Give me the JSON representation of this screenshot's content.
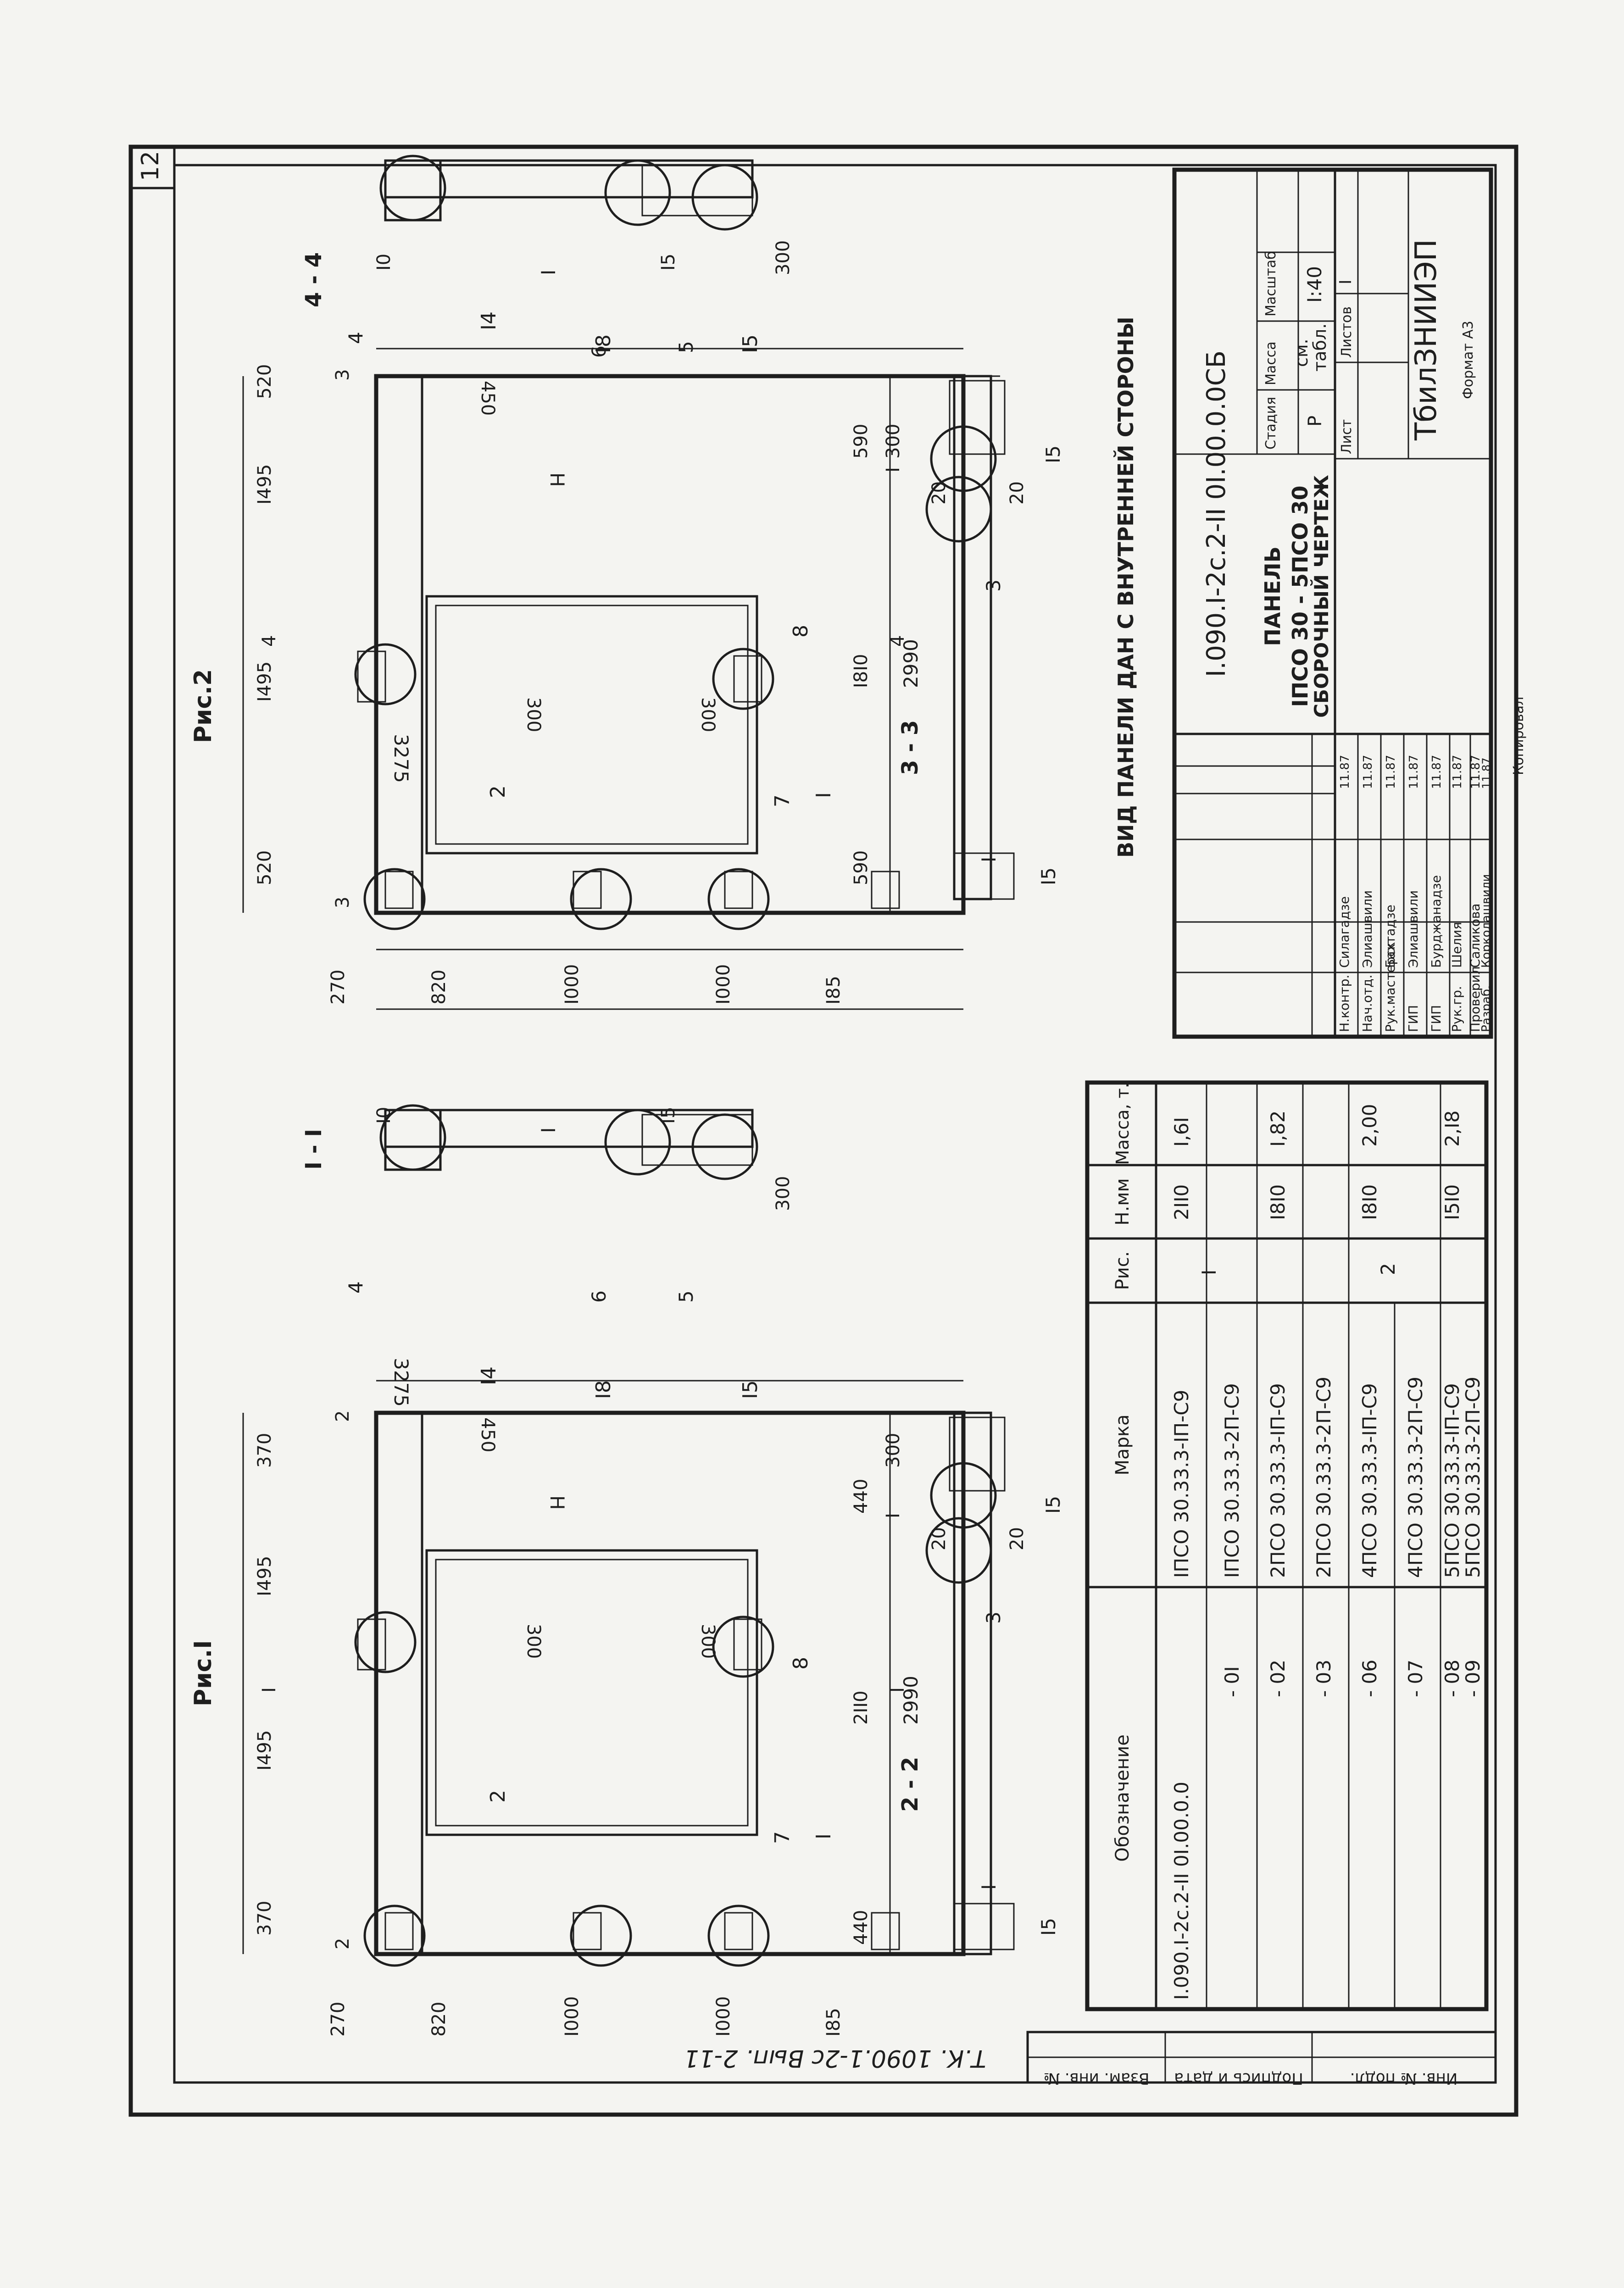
{
  "sheet": {
    "sheet_number": "12",
    "designation": "I.090.I-2c.2-II 0I.00.0.0СБ",
    "title_lines": [
      "ПАНЕЛЬ",
      "IПСО 30 - 5ПСО 30",
      "СБОРОЧНЫЙ ЧЕРТЕЖ"
    ],
    "stage_label": "Стадия",
    "mass_label": "Масса",
    "scale_label": "Масштаб",
    "stage_value": "Р",
    "mass_value_1": "см.",
    "mass_value_2": "табл.",
    "scale_value": "I:40",
    "sheet_label": "Лист",
    "sheets_label": "Листов",
    "sheets_value": "I",
    "organization": "ТбилЗНИИЭП",
    "format_note": "Формат А3",
    "copied_note": "Копировал",
    "archive_note": "Т.К. 1090.1-2с Вып. 2-11",
    "side_stamp": [
      "Инв. № подл.",
      "Подпись и дата",
      "Взам. инв. №"
    ]
  },
  "signatures": [
    {
      "role": "Н.контр.",
      "name": "Силагадзе",
      "sign": "",
      "date": "11.87"
    },
    {
      "role": "Нач.отд.",
      "name": "Элиашвили",
      "sign": "",
      "date": "11.87"
    },
    {
      "role": "Рук.мастерск",
      "name": "Бахтадзе",
      "sign": "",
      "date": "11.87"
    },
    {
      "role": "ГИП",
      "name": "Элиашвили",
      "sign": "",
      "date": "11.87"
    },
    {
      "role": "ГИП",
      "name": "Бурджанадзе",
      "sign": "",
      "date": "11.87"
    },
    {
      "role": "Рук.гр.",
      "name": "Шелия",
      "sign": "",
      "date": "11.87"
    },
    {
      "role": "Проверил",
      "name": "Саликова",
      "sign": "",
      "date": "11.87"
    },
    {
      "role": "Разраб.",
      "name": "Корколашвили",
      "sign": "",
      "date": "11.87"
    }
  ],
  "spec_table": {
    "headers": [
      "Обозначение",
      "Марка",
      "Рис.",
      "Н.мм",
      "Масса, т."
    ],
    "rows": [
      {
        "code": "I.090.I-2c.2-II 0I.00.0.0",
        "mark": "IПСО 30.33.3-IП-С9",
        "fig": "I",
        "h": "2II0",
        "mass": "I,6I"
      },
      {
        "code": "- 0I",
        "mark": "IПСО 30.33.3-2П-С9",
        "fig": "",
        "h": "",
        "mass": ""
      },
      {
        "code": "- 02",
        "mark": "2ПСО 30.33.3-IП-С9",
        "fig": "",
        "h": "I8I0",
        "mass": "I,82"
      },
      {
        "code": "- 03",
        "mark": "2ПСО 30.33.3-2П-С9",
        "fig": "",
        "h": "",
        "mass": ""
      },
      {
        "code": "- 06",
        "mark": "4ПСО 30.33.3-IП-С9",
        "fig": "2",
        "h": "I8I0",
        "mass": "2,00"
      },
      {
        "code": "- 07",
        "mark": "4ПСО 30.33.3-2П-С9",
        "fig": "",
        "h": "",
        "mass": ""
      },
      {
        "code": "- 08",
        "mark": "5ПСО 30.33.3-IП-С9",
        "fig": "",
        "h": "I5I0",
        "mass": "2,I8"
      },
      {
        "code": "- 09",
        "mark": "5ПСО 30.33.3-2П-С9",
        "fig": "",
        "h": "",
        "mass": ""
      }
    ]
  },
  "view_note": "ВИД ПАНЕЛИ ДАН С ВНУТРЕННЕЙ СТОРОНЫ",
  "fig1": {
    "title": "Рис.I",
    "top_dims": [
      "370",
      "I495",
      "I495",
      "370"
    ],
    "side_dims": [
      "270",
      "820",
      "I000",
      "I000",
      "I85"
    ],
    "bottom_dims": [
      "440",
      "2II0",
      "440"
    ],
    "overall_width": "2990",
    "overall_height": "3275",
    "dims": [
      "450",
      "300",
      "300",
      "H"
    ],
    "callouts": [
      "I4",
      "7",
      "2",
      "I8",
      "I5",
      "8",
      "I"
    ],
    "cut_marks": [
      "I",
      "I",
      "2",
      "2"
    ]
  },
  "fig2": {
    "title": "Рис.2",
    "top_dims": [
      "520",
      "I495",
      "I495",
      "520"
    ],
    "side_dims": [
      "270",
      "820",
      "I000",
      "I000",
      "I85"
    ],
    "bottom_dims": [
      "590",
      "I8I0",
      "590"
    ],
    "overall_width": "2990",
    "overall_height": "3275",
    "dims": [
      "450",
      "300",
      "300",
      "H"
    ],
    "callouts": [
      "I4",
      "7",
      "2",
      "I8",
      "I5",
      "8",
      "I"
    ],
    "cut_marks": [
      "3",
      "3",
      "4",
      "4"
    ]
  },
  "section_I": {
    "title": "I - I",
    "dims": [
      "I0",
      "I5",
      "300"
    ],
    "callouts": [
      "4",
      "6",
      "5",
      "I"
    ]
  },
  "section_4": {
    "title": "4 - 4",
    "dims": [
      "I0",
      "I5",
      "300"
    ],
    "callouts": [
      "4",
      "6",
      "5",
      "I"
    ]
  },
  "section_2": {
    "title": "2 - 2",
    "dims": [
      "300",
      "20",
      "20"
    ],
    "callouts": [
      "I",
      "3",
      "I5",
      "I",
      "I5"
    ]
  },
  "section_3": {
    "title": "3 - 3",
    "dims": [
      "300",
      "20",
      "20"
    ],
    "callouts": [
      "I",
      "3",
      "I5",
      "I",
      "I5"
    ]
  }
}
